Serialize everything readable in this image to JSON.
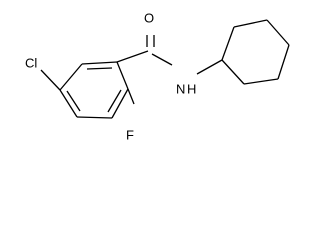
{
  "molecule": {
    "atoms": {
      "oxygen": "O",
      "chlorine": "Cl",
      "amide_nitrogen": "N",
      "amide_hydrogen": "H",
      "fluorine": "F"
    }
  },
  "colors": {
    "bond": "#000000",
    "label": "#000000",
    "background": "#ffffff"
  }
}
